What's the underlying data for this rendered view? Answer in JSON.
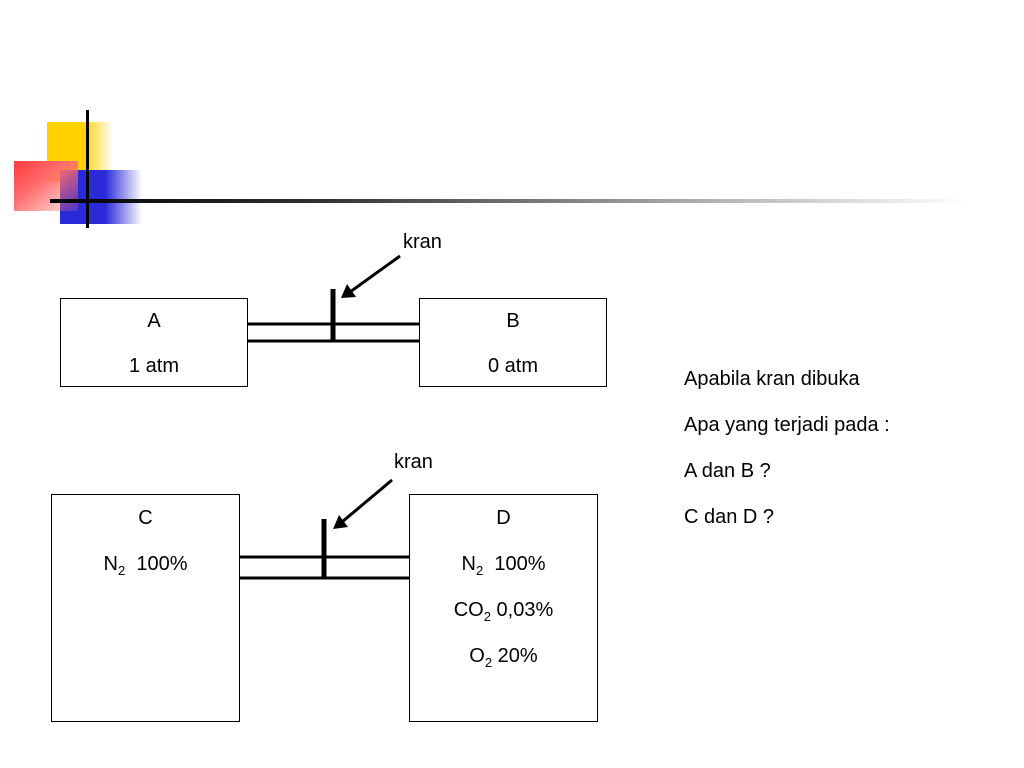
{
  "diagram_top": {
    "valve_label": "kran",
    "box_a": {
      "name": "A",
      "value": "1 atm"
    },
    "box_b": {
      "name": "B",
      "value": "0 atm"
    }
  },
  "diagram_bottom": {
    "valve_label": "kran",
    "box_c": {
      "name": "C",
      "lines": [
        {
          "base": "N",
          "sub": "2",
          "rest": "100%"
        }
      ]
    },
    "box_d": {
      "name": "D",
      "lines": [
        {
          "base": "N",
          "sub": "2",
          "rest": "100%"
        },
        {
          "base": "CO",
          "sub": "2",
          "rest": "0,03%"
        },
        {
          "base": "O",
          "sub": "2",
          "rest": "20%"
        }
      ]
    }
  },
  "question": {
    "lines": [
      "Apabila kran dibuka",
      "Apa yang terjadi pada :",
      "A dan B ?",
      "C dan D ?"
    ]
  },
  "colors": {
    "logo_yellow": "#ffd200",
    "logo_blue": "#2a2ad8",
    "logo_red": "#ff3b3b"
  }
}
